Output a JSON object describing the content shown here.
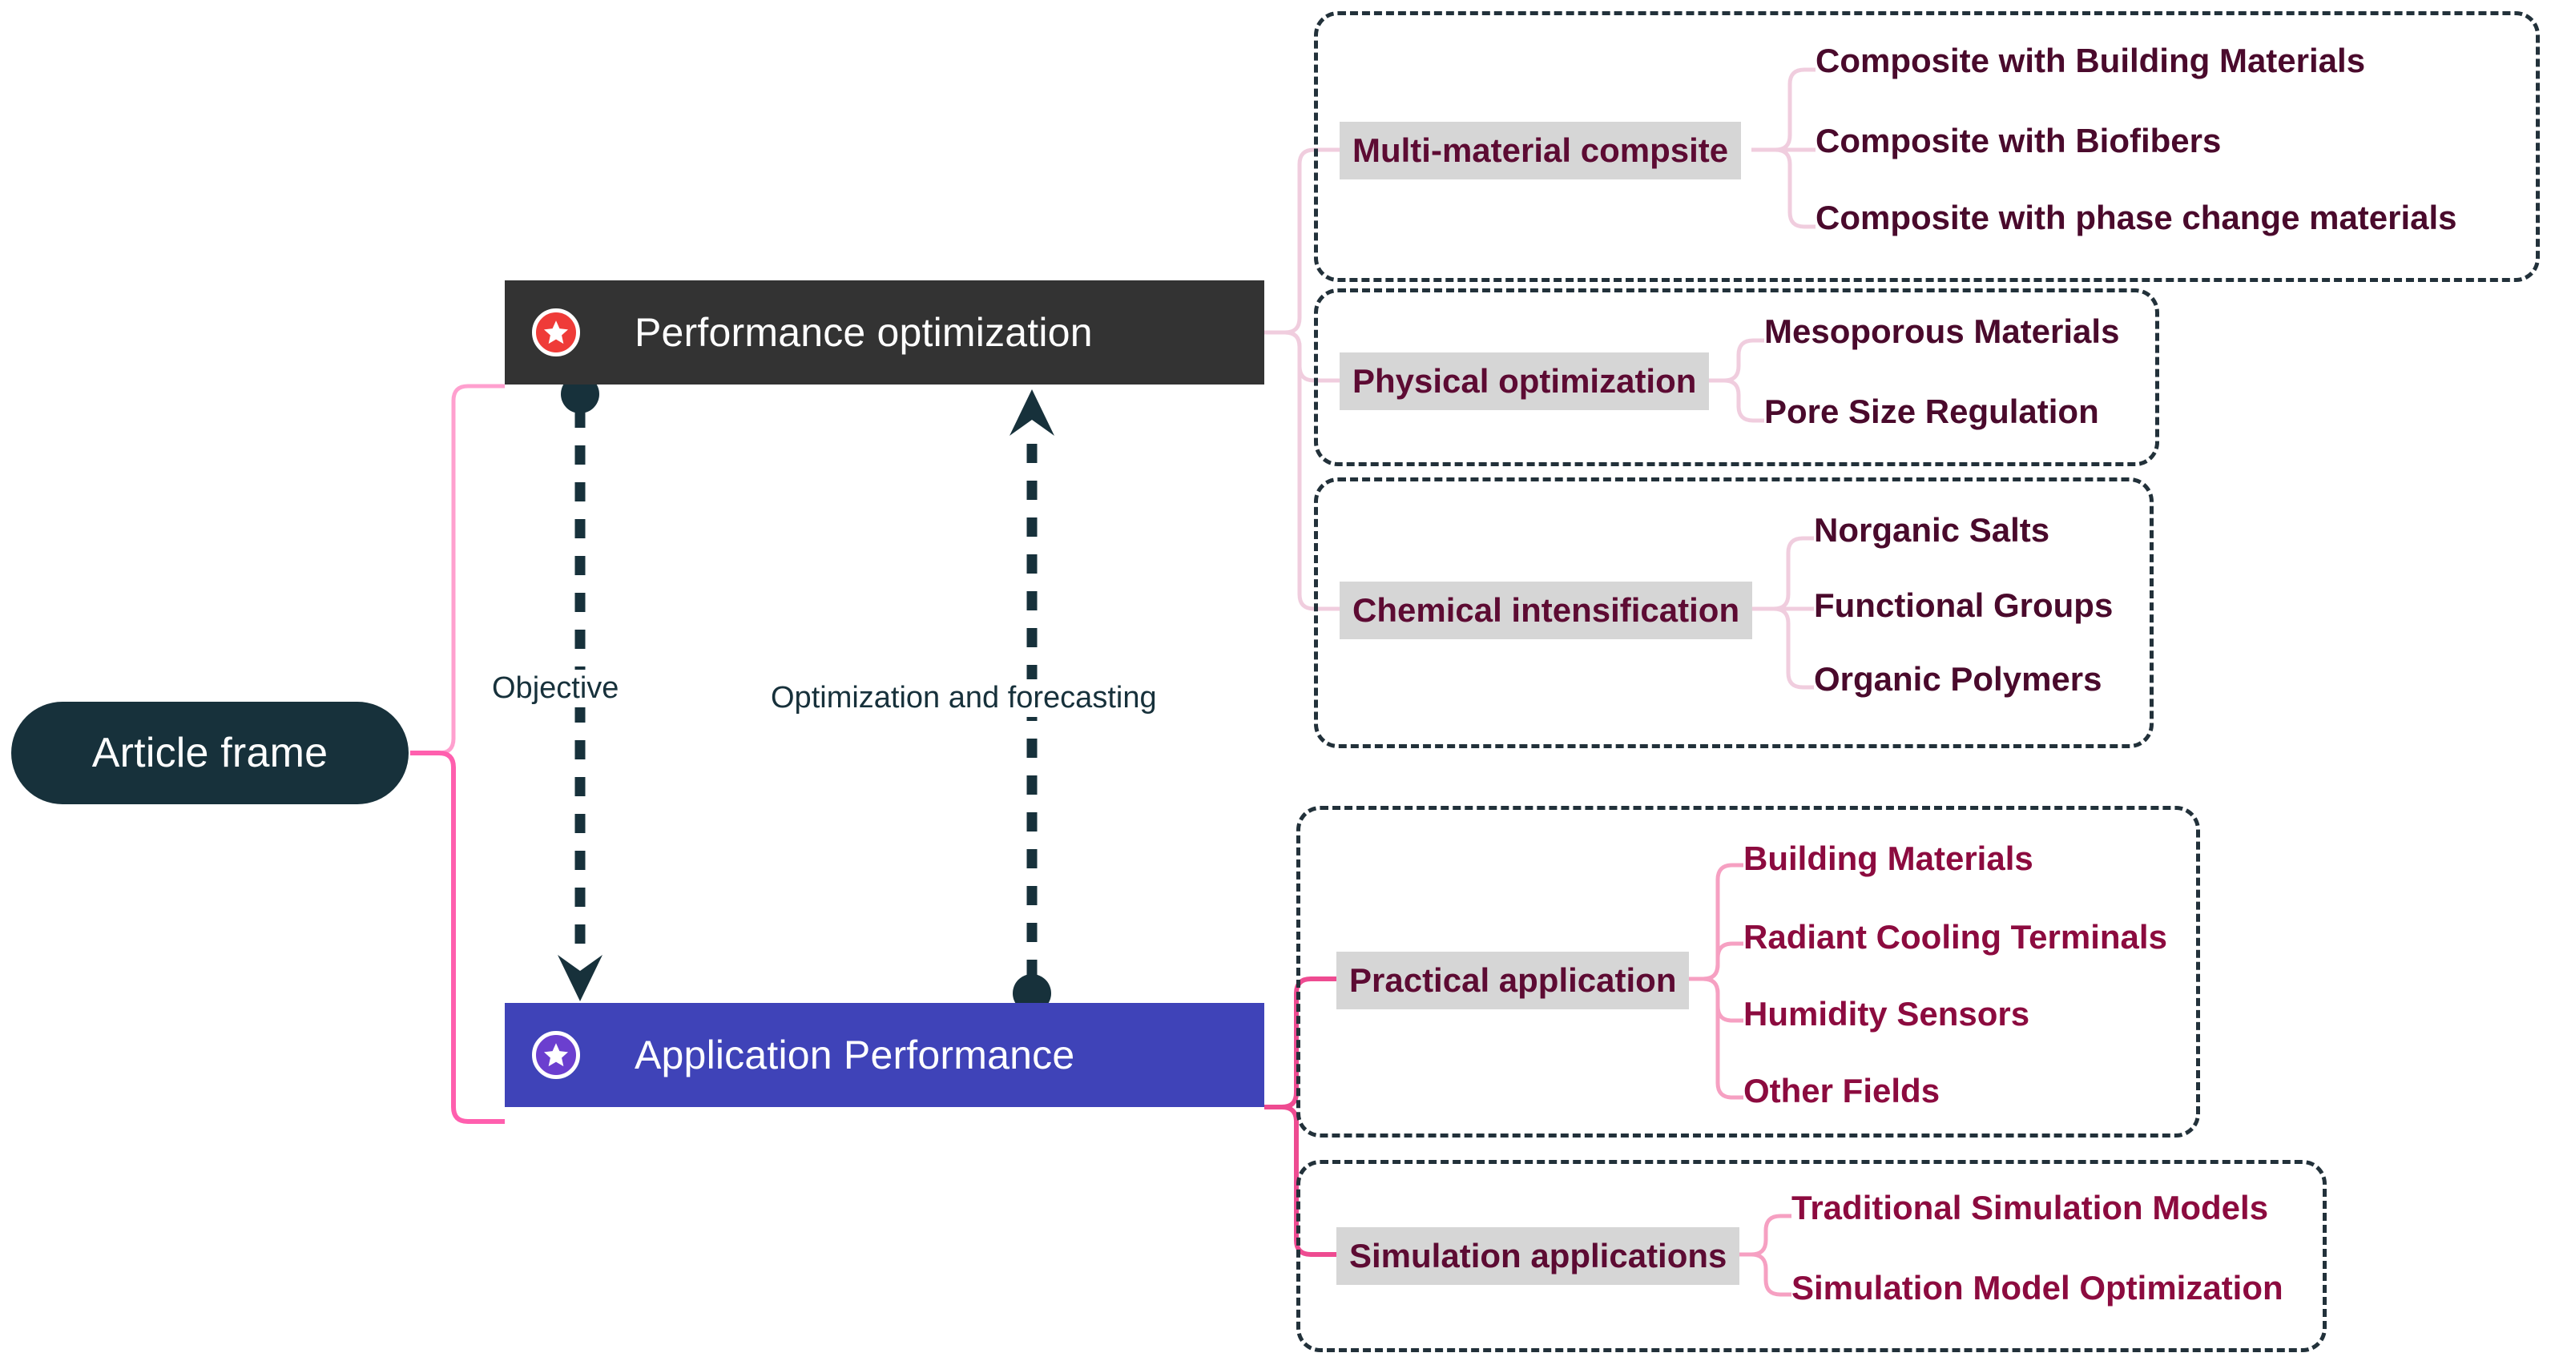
{
  "colors": {
    "root_fill": "#17313b",
    "performance_fill": "#333333",
    "application_fill": "#3f43b8",
    "branch_chip_fill": "#d6d6d6",
    "branch_text": "#5d0b33",
    "leaf_text": "#4a0a2c",
    "group_border": "#22313a",
    "connector_pink_light": "#f3d7e3",
    "connector_pink_strong": "#ff5fae",
    "connector_pink_mid": "#e8558f",
    "badge_red": "#ef3b38",
    "badge_purple": "#6b3fcf",
    "dashed_arrow": "#17313b"
  },
  "root": {
    "label": "Article frame"
  },
  "banners": {
    "performance": {
      "label": "Performance optimization",
      "icon": "star-badge-red-icon"
    },
    "application": {
      "label": "Application Performance",
      "icon": "star-badge-purple-icon"
    }
  },
  "edge_labels": {
    "objective": "Objective",
    "optimization": "Optimization and forecasting"
  },
  "groups": [
    {
      "id": "multi-material-composite",
      "branch": "Multi-material compsite",
      "leaves": [
        "Composite with Building Materials",
        "Composite with Biofibers",
        "Composite with phase change materials"
      ]
    },
    {
      "id": "physical-optimization",
      "branch": "Physical optimization",
      "leaves": [
        "Mesoporous Materials",
        "Pore Size Regulation"
      ]
    },
    {
      "id": "chemical-intensification",
      "branch": "Chemical intensification",
      "leaves": [
        "Norganic Salts",
        "Functional Groups",
        "Organic Polymers"
      ]
    },
    {
      "id": "practical-application",
      "branch": "Practical application",
      "leaves": [
        "Building Materials",
        "Radiant Cooling Terminals",
        "Humidity Sensors",
        "Other Fields"
      ]
    },
    {
      "id": "simulation-applications",
      "branch": "Simulation applications",
      "leaves": [
        "Traditional Simulation Models",
        "Simulation Model Optimization"
      ]
    }
  ]
}
